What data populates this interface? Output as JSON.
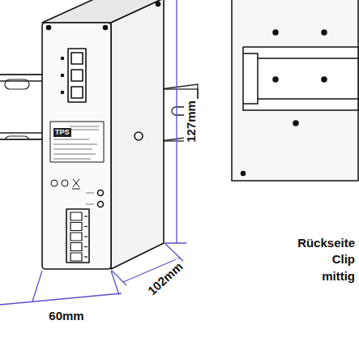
{
  "diagram": {
    "labels": [
      "TPS",
      "127mm",
      "102mm",
      "60mm",
      "Rückseite Clip mittig"
    ]
  }
}
